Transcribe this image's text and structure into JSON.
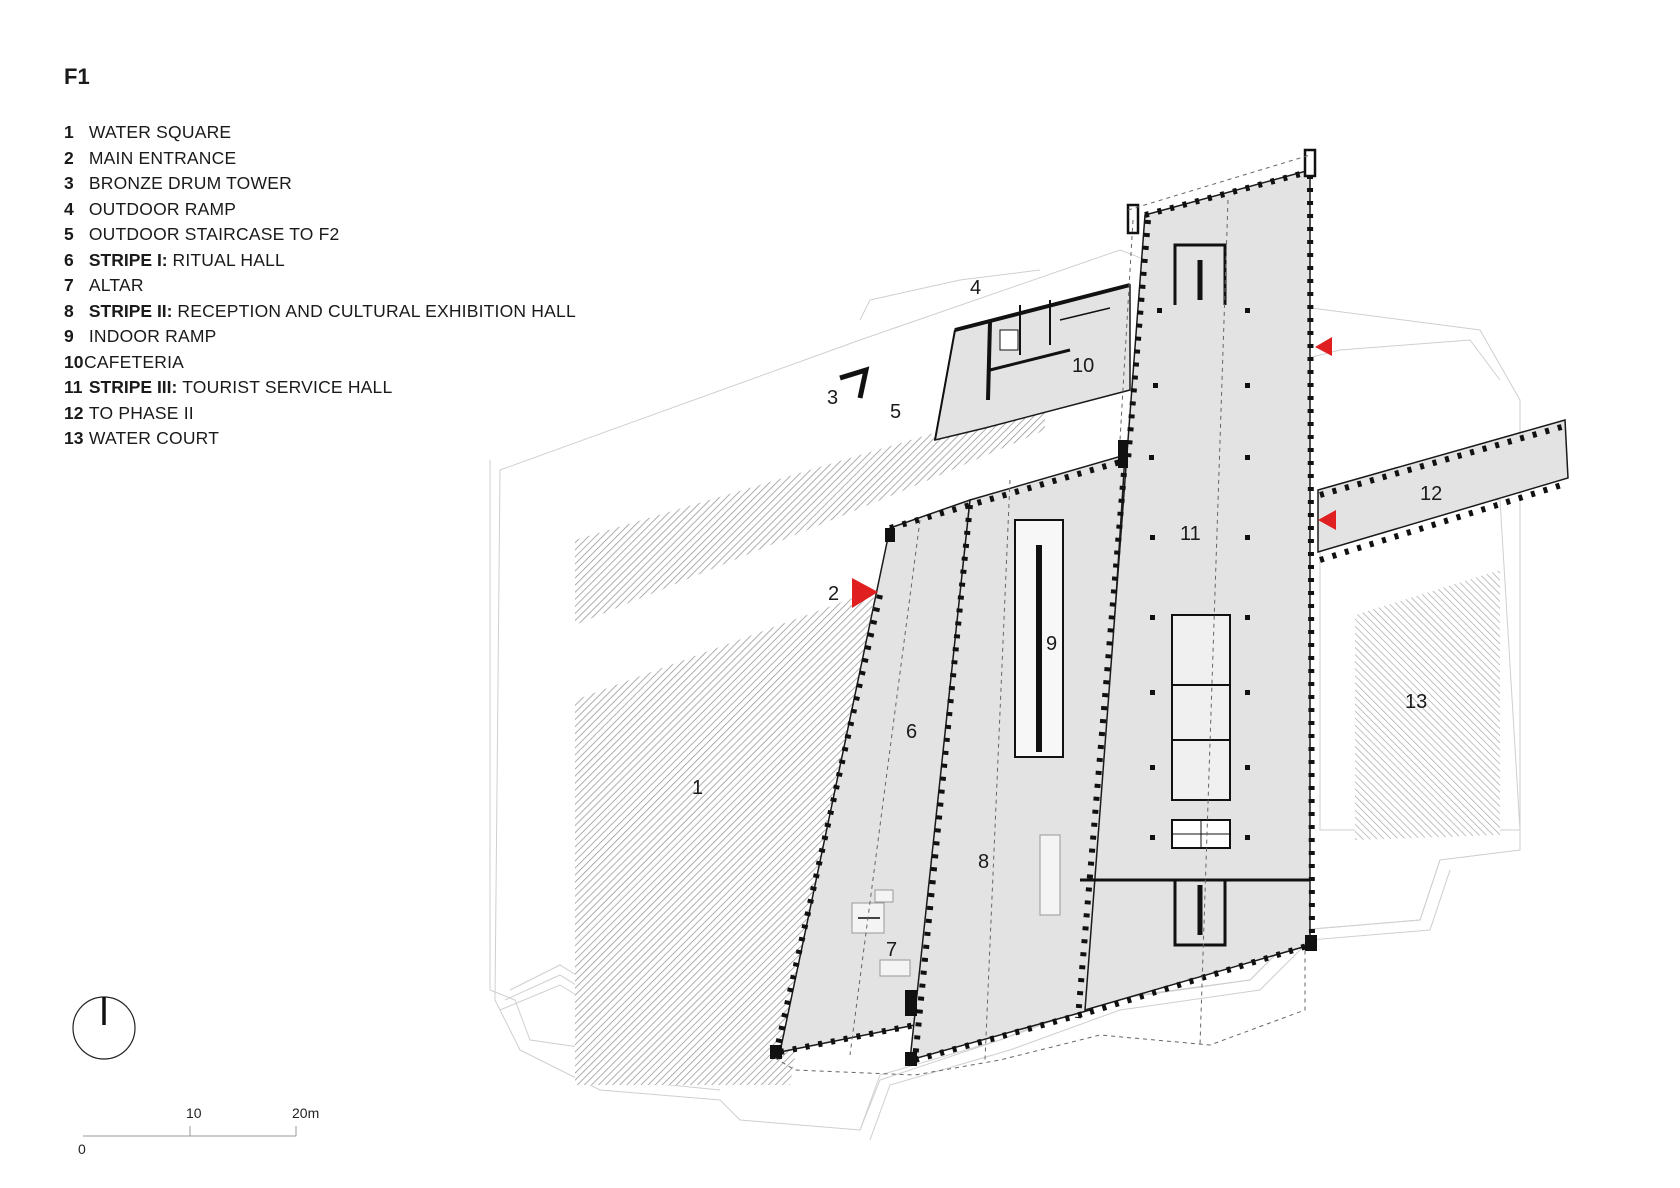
{
  "title": "F1",
  "legend": [
    {
      "num": "1",
      "bold": "",
      "text": "WATER SQUARE"
    },
    {
      "num": "2",
      "bold": "",
      "text": "MAIN ENTRANCE"
    },
    {
      "num": "3",
      "bold": "",
      "text": "BRONZE DRUM TOWER"
    },
    {
      "num": "4",
      "bold": "",
      "text": "OUTDOOR RAMP"
    },
    {
      "num": "5",
      "bold": "",
      "text": "OUTDOOR STAIRCASE TO F2"
    },
    {
      "num": "6",
      "bold": "STRIPE I:",
      "text": "RITUAL HALL"
    },
    {
      "num": "7",
      "bold": "",
      "text": "ALTAR"
    },
    {
      "num": "8",
      "bold": "STRIPE II:",
      "text": "RECEPTION AND CULTURAL EXHIBITION HALL"
    },
    {
      "num": "9",
      "bold": "",
      "text": "INDOOR RAMP"
    },
    {
      "num": "10",
      "bold": "",
      "text": "CAFETERIA"
    },
    {
      "num": "11",
      "bold": "STRIPE III:",
      "text": "TOURIST SERVICE HALL"
    },
    {
      "num": "12",
      "bold": "",
      "text": "TO PHASE II"
    },
    {
      "num": "13",
      "bold": "",
      "text": "WATER COURT"
    }
  ],
  "plan_labels": {
    "l1": "1",
    "l2": "2",
    "l3": "3",
    "l4": "4",
    "l5": "5",
    "l6": "6",
    "l7": "7",
    "l8": "8",
    "l9": "9",
    "l10": "10",
    "l11": "11",
    "l12": "12",
    "l13": "13"
  },
  "scale": {
    "zero": "0",
    "ten": "10",
    "twenty": "20m"
  },
  "colors": {
    "floor": "#e3e3e3",
    "hatch": "#9a9a9a",
    "wall": "#111111",
    "arrow": "#e02020"
  }
}
